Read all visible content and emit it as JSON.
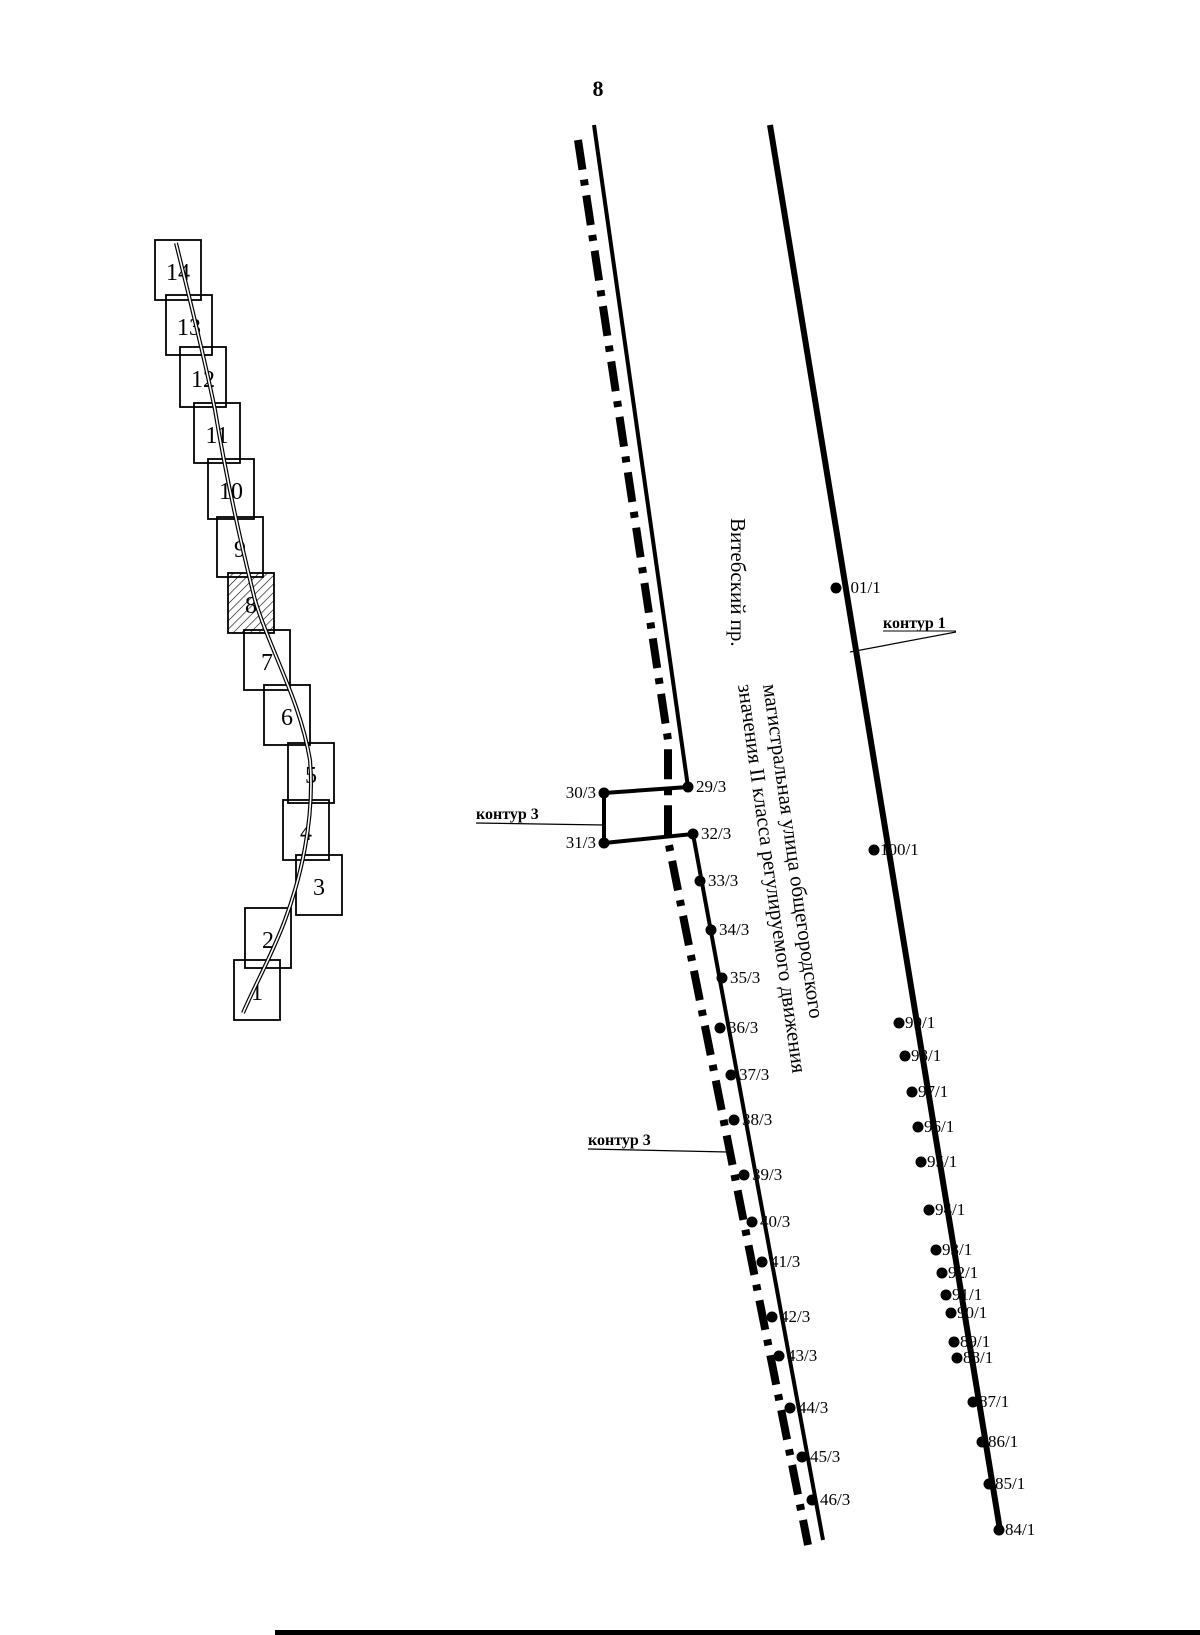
{
  "page_number": "8",
  "street": {
    "name": "Витебский пр.",
    "desc_line1": "магистральная улица общегородского",
    "desc_line2": "значения II класса регулируемого движения"
  },
  "kontur_labels": {
    "k1": "контур 1",
    "k3_upper": "контур 3",
    "k3_lower": "контур 3"
  },
  "contour1_points": [
    "101/1",
    "100/1",
    "99/1",
    "98/1",
    "97/1",
    "96/1",
    "95/1",
    "94/1",
    "93/1",
    "92/1",
    "91/1",
    "90/1",
    "89/1",
    "88/1",
    "87/1",
    "86/1",
    "85/1",
    "84/1"
  ],
  "contour3_points": [
    "29/3",
    "30/3",
    "31/3",
    "32/3",
    "33/3",
    "34/3",
    "35/3",
    "36/3",
    "37/3",
    "38/3",
    "39/3",
    "40/3",
    "41/3",
    "42/3",
    "43/3",
    "44/3",
    "45/3",
    "46/3"
  ],
  "index_map": {
    "tiles": [
      "1",
      "2",
      "3",
      "4",
      "5",
      "6",
      "7",
      "8",
      "9",
      "10",
      "11",
      "12",
      "13",
      "14"
    ],
    "highlighted_tile": "8"
  }
}
